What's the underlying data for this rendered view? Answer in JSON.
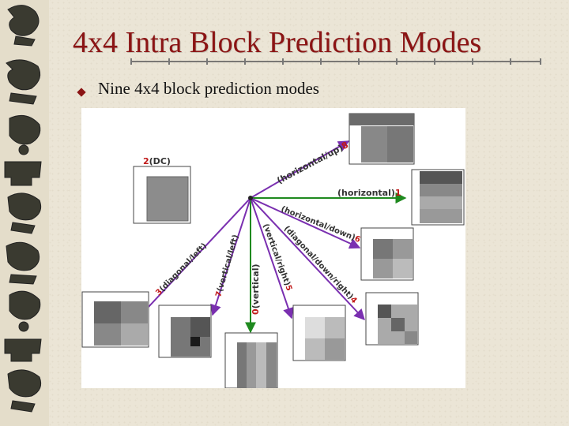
{
  "slide": {
    "title": "4x4 Intra Block Prediction Modes",
    "bullet": "Nine 4x4 block prediction modes"
  },
  "diagram": {
    "modes": [
      {
        "num": "0",
        "name": "(vertical)"
      },
      {
        "num": "1",
        "name": "(horizontal)"
      },
      {
        "num": "2",
        "name": "(DC)"
      },
      {
        "num": "3",
        "name": "(diagonal/left)"
      },
      {
        "num": "4",
        "name": "(diagonal/down/right)"
      },
      {
        "num": "5",
        "name": "(vertical/right)"
      },
      {
        "num": "6",
        "name": "(horizontal/down)"
      },
      {
        "num": "7",
        "name": "(vertical/left)"
      },
      {
        "num": "8",
        "name": "(horizontal/up)"
      }
    ],
    "colors": {
      "mode_number": "#c01818",
      "purple_arrow": "#7a2fb0",
      "green_arrow": "#1f8a1f",
      "title": "#8b1414"
    }
  }
}
